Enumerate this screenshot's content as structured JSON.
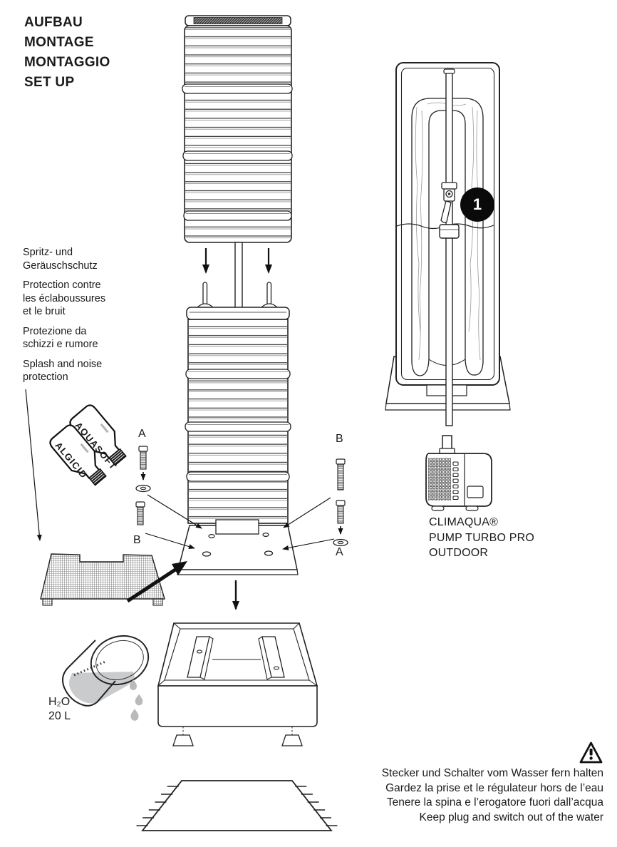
{
  "title": {
    "lines": [
      "AUFBAU",
      "MONTAGE",
      "MONTAGGIO",
      "SET UP"
    ]
  },
  "splash_note": {
    "items": [
      "Spritz- und\nGeräuschschutz",
      "Protection contre\nles éclaboussures\net le bruit",
      "Protezione da\nschizzi e rumore",
      "Splash and noise\nprotection"
    ]
  },
  "hardware_labels": {
    "left_top": "A",
    "left_bottom": "B",
    "right_top": "B",
    "right_bottom": "A"
  },
  "bottles": {
    "first": "AQUASOFT",
    "second": "ALGICID"
  },
  "water": {
    "formula": "H₂O",
    "volume": "20 L"
  },
  "pump_caption": {
    "lines": [
      "CLIMAQUA®",
      "PUMP TURBO PRO",
      "OUTDOOR"
    ]
  },
  "step_badge": {
    "number": "1"
  },
  "warning": {
    "lines": [
      "Stecker und Schalter vom Wasser fern halten",
      "Gardez la prise et le régulateur hors de l’eau",
      "Tenere la spina e l’erogatore fuori dall’acqua",
      "Keep plug and switch out of the water"
    ]
  },
  "colors": {
    "ink": "#1a1a1a",
    "badge_bg": "#0a0a0a",
    "badge_text": "#ffffff",
    "water_gray": "#c9cbcc"
  }
}
